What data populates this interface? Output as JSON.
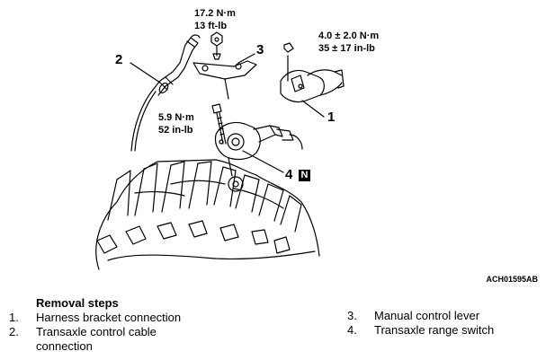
{
  "diagram": {
    "torques": [
      {
        "value": "17.2 N·m",
        "alt": "13 ft-lb"
      },
      {
        "value": "4.0 ± 2.0 N·m",
        "alt": "35 ± 17 in-lb"
      },
      {
        "value": "5.9 N·m",
        "alt": "52 in-lb"
      }
    ],
    "callouts": [
      "1",
      "2",
      "3",
      "4"
    ],
    "new_part_badge": "N",
    "figure_code": "ACH01595AB"
  },
  "removal": {
    "title": "Removal steps",
    "steps": [
      {
        "num": "1.",
        "text": "Harness bracket connection"
      },
      {
        "num": "2.",
        "text": "Transaxle control cable connection"
      },
      {
        "num": "3.",
        "text": "Manual control lever"
      },
      {
        "num": "4.",
        "text": "Transaxle range switch"
      }
    ]
  }
}
